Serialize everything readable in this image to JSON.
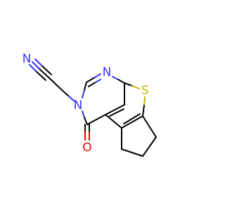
{
  "structure": {
    "atoms": {
      "nitrile_n": {
        "symbol": "N",
        "color": "#3333ff"
      },
      "ring_n_top": {
        "symbol": "N",
        "color": "#3333ff"
      },
      "ring_n_left": {
        "symbol": "N",
        "color": "#3333ff"
      },
      "sulfur": {
        "symbol": "S",
        "color": "#c8b400"
      },
      "carbonyl_o": {
        "symbol": "O",
        "color": "#ff0000"
      }
    },
    "colors": {
      "bond": "#000000",
      "nitrogen": "#3333ff",
      "sulfur": "#c8b400",
      "oxygen": "#ff0000"
    }
  }
}
